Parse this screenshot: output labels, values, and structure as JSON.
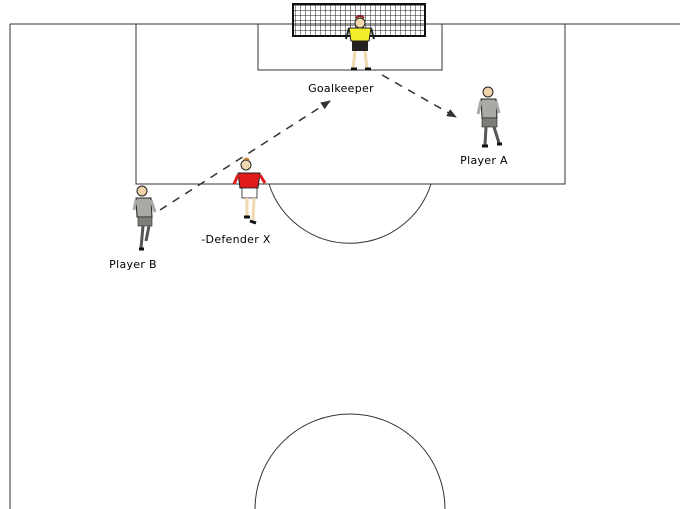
{
  "players": [
    {
      "id": "goalkeeper",
      "label": "Goalkeeper",
      "shirt": "#f2ee2a"
    },
    {
      "id": "player-a",
      "label": "Player A",
      "shirt": "#a9aaa6"
    },
    {
      "id": "player-b",
      "label": "Player B",
      "shirt": "#a9aaa6"
    },
    {
      "id": "defender-x",
      "label": "-Defender X",
      "shirt": "#e01b1b"
    }
  ],
  "colors": {
    "pitch": "#ffffff",
    "lines": "#333333",
    "net": "#222222",
    "arrow": "#333333"
  },
  "passes": [
    {
      "from": "player-b",
      "to": "goalkeeper",
      "style": "dashed"
    },
    {
      "from": "goalkeeper",
      "to": "player-a",
      "style": "dashed"
    }
  ]
}
